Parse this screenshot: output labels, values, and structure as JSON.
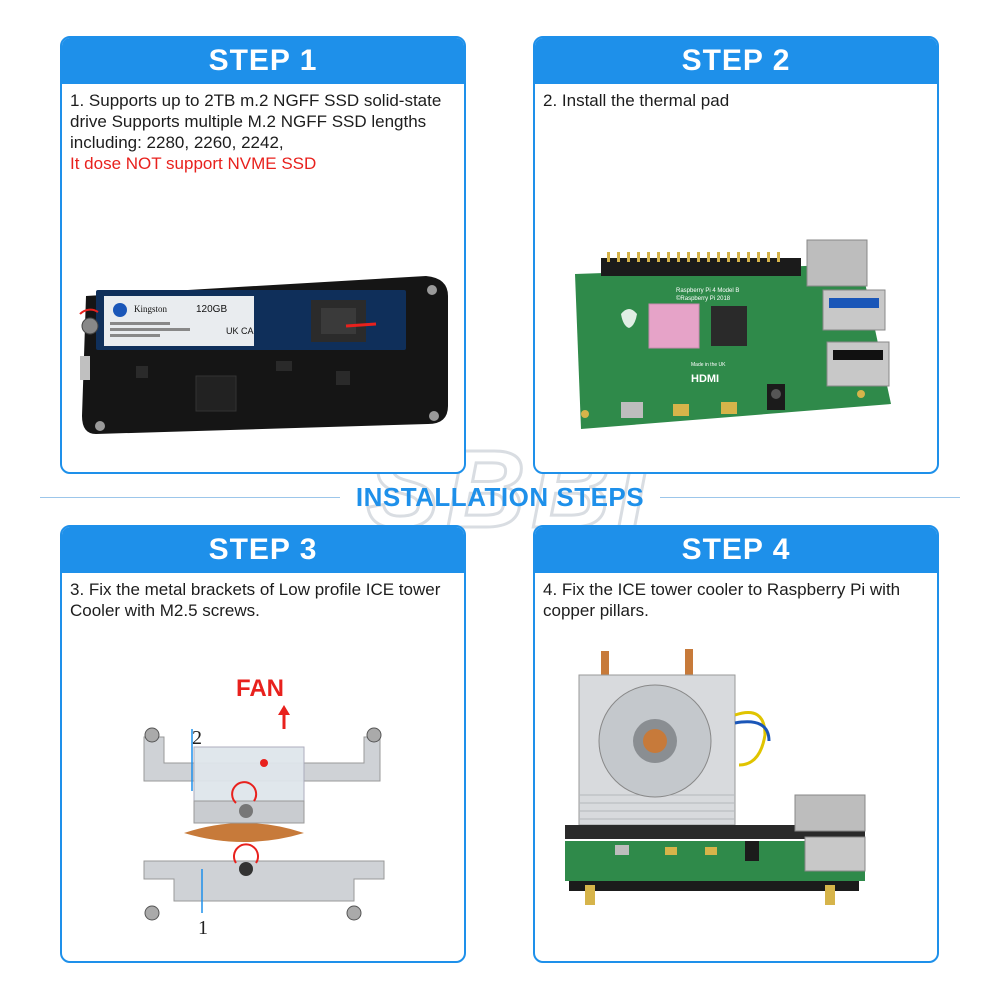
{
  "section_title": "INSTALLATION STEPS",
  "watermark_text": "SBBI",
  "steps": [
    {
      "heading": "STEP 1",
      "text": "1. Supports up to 2TB m.2 NGFF SSD solid-state drive Supports multiple M.2 NGFF SSD lengths including: 2280, 2260, 2242,",
      "warning": "It dose NOT support NVME SSD",
      "image": {
        "ssd_brand": "Kingston",
        "ssd_capacity": "120GB",
        "ssd_mark": "UK CA"
      }
    },
    {
      "heading": "STEP 2",
      "text": "2. Install the thermal pad",
      "image": {
        "board_title": "Raspberry Pi 4 Model B",
        "board_copyright": "©Raspberry Pi 2018",
        "hdmi_label": "HDMI",
        "made_in": "Made in the UK"
      }
    },
    {
      "heading": "STEP 3",
      "text": "3. Fix the metal brackets of Low profile ICE tower Cooler with M2.5 screws.",
      "image": {
        "fan_label": "FAN",
        "label_2": "2",
        "label_1": "1"
      }
    },
    {
      "heading": "STEP 4",
      "text": "4. Fix the ICE tower cooler to Raspberry Pi with copper pillars."
    }
  ],
  "colors": {
    "accent": "#1e90ea",
    "warning": "#e8211d",
    "pcb_black": "#151515",
    "pcb_green": "#2f8a4a",
    "copper": "#c77a3a",
    "thermal_pad": "#e6a3c8"
  }
}
